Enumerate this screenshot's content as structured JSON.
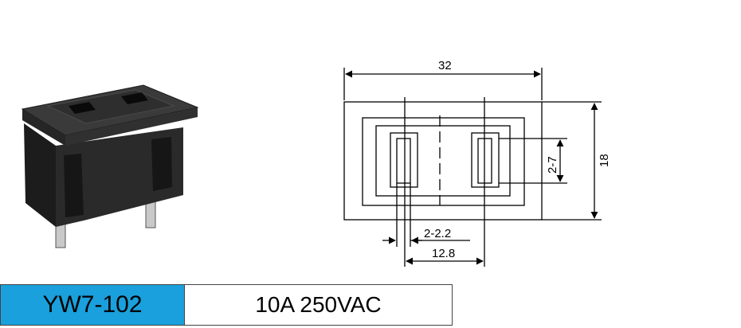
{
  "dimensions": {
    "width": "32",
    "height": "18",
    "slot_length": "2-7",
    "slot_width": "2-2.2",
    "slot_spacing": "12.8"
  },
  "spec_bar": {
    "model": "YW7-102",
    "rating": "10A 250VAC"
  },
  "colors": {
    "model_cell_bg": "#1aa0dc",
    "line": "#000000",
    "product_body": "#2b2b2b"
  }
}
